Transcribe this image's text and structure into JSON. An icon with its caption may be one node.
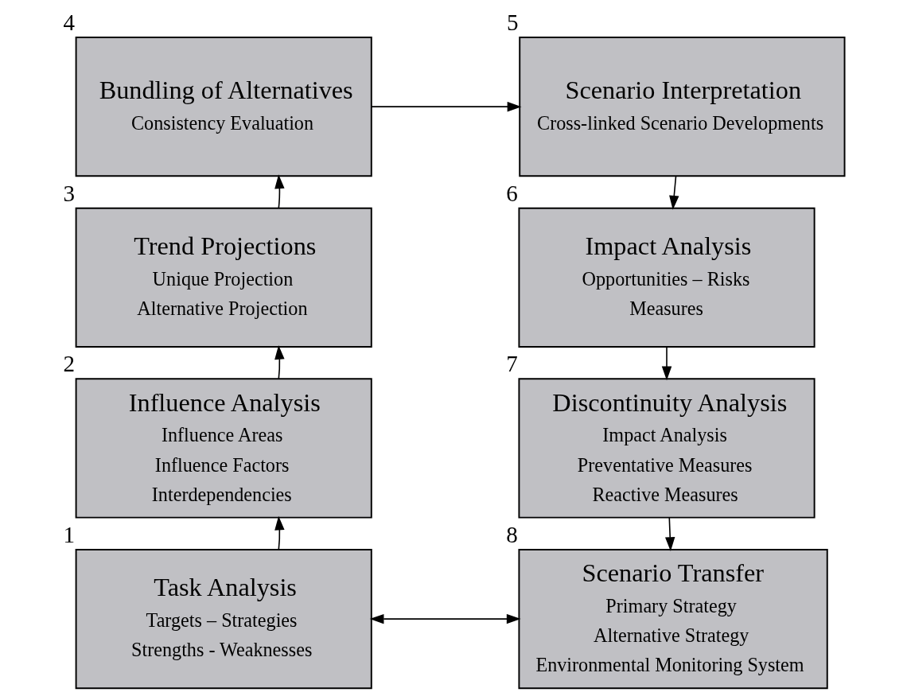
{
  "diagram": {
    "nodes": [
      {
        "text": [
          "Bundling of Alternatives",
          "Consistency Evaluation"
        ],
        "beside": [
          "4"
        ]
      },
      {
        "text": [
          "Scenario Interpretation",
          "Cross-linked Scenario Developments"
        ],
        "beside": [
          "5"
        ]
      },
      {
        "text": [
          "Trend Projections",
          "Unique Projection",
          "Alternative Projection"
        ],
        "beside": [
          "3"
        ]
      },
      {
        "text": [
          "Impact Analysis",
          "Opportunities – Risks",
          "Measures"
        ],
        "beside": [
          "6"
        ]
      },
      {
        "text": [
          "Influence Analysis",
          "Influence Areas",
          "Influence Factors",
          "Interdependencies"
        ],
        "beside": [
          "2"
        ]
      },
      {
        "text": [
          "Discontinuity Analysis",
          "Impact Analysis",
          "Preventative Measures",
          "Reactive Measures"
        ],
        "beside": [
          "7"
        ]
      },
      {
        "text": [
          "Task Analysis",
          "Targets – Strategies",
          "Strengths - Weaknesses"
        ],
        "beside": [
          "1"
        ]
      },
      {
        "text": [
          "Scenario Transfer",
          "Primary Strategy",
          "Alternative Strategy",
          "Environmental Monitoring System"
        ],
        "beside": [
          "8"
        ]
      }
    ],
    "edges": [
      {
        "from": 6,
        "to": 4,
        "arrow": "to"
      },
      {
        "from": 4,
        "to": 2,
        "arrow": "to"
      },
      {
        "from": 2,
        "to": 0,
        "arrow": "to"
      },
      {
        "from": 0,
        "to": 1,
        "arrow": "to"
      },
      {
        "from": 1,
        "to": 3,
        "arrow": "to"
      },
      {
        "from": 3,
        "to": 5,
        "arrow": "to"
      },
      {
        "from": 5,
        "to": 7,
        "arrow": "to"
      },
      {
        "from": 6,
        "to": 7,
        "arrow": "both"
      }
    ]
  }
}
